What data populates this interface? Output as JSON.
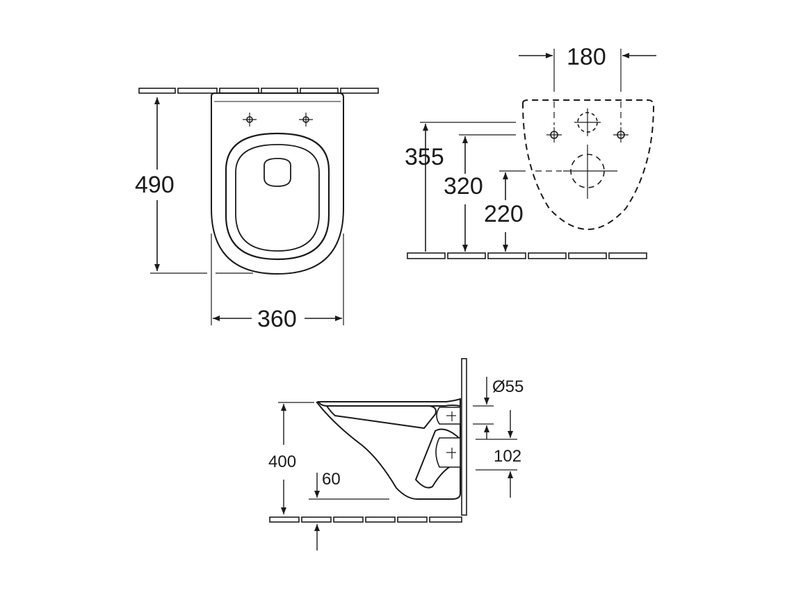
{
  "colors": {
    "line": "#1a1a1a",
    "background": "#ffffff",
    "fill": "#ffffff"
  },
  "dimensions": {
    "top_length": "490",
    "top_width": "360",
    "fix_spacing": "180",
    "fix_height_outer": "355",
    "fix_height_inner": "320",
    "fix_height_lower": "220",
    "side_height": "400",
    "outlet_diameter": "Ø55",
    "outlet_height": "102",
    "floor_offset": "60"
  }
}
